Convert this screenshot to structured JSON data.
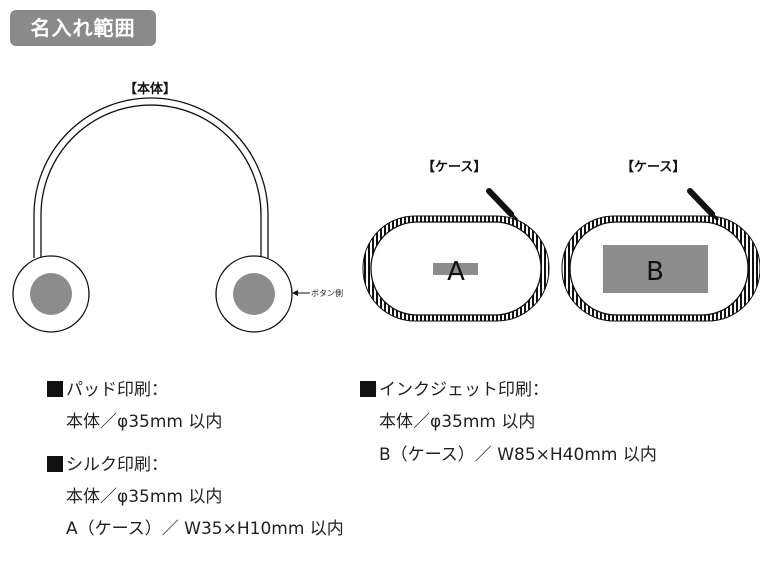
{
  "badge": "名入れ範囲",
  "labels": {
    "body": "【本体】",
    "case_a": "【ケース】",
    "case_b": "【ケース】",
    "button_side": "ボタン側",
    "letter_a": "A",
    "letter_b": "B"
  },
  "specs": {
    "pad": {
      "heading": "パッド印刷：",
      "lines": [
        "本体／φ35mm 以内"
      ]
    },
    "silk": {
      "heading": "シルク印刷：",
      "lines": [
        "本体／φ35mm 以内",
        "A（ケース）／ W35×H10mm 以内"
      ]
    },
    "inkjet": {
      "heading": "インクジェット印刷：",
      "lines": [
        "本体／φ35mm 以内",
        "B（ケース）／ W85×H40mm 以内"
      ]
    }
  },
  "colors": {
    "badge_bg": "#8a8a8a",
    "print_area": "#8c8c8c",
    "outline": "#111111"
  }
}
